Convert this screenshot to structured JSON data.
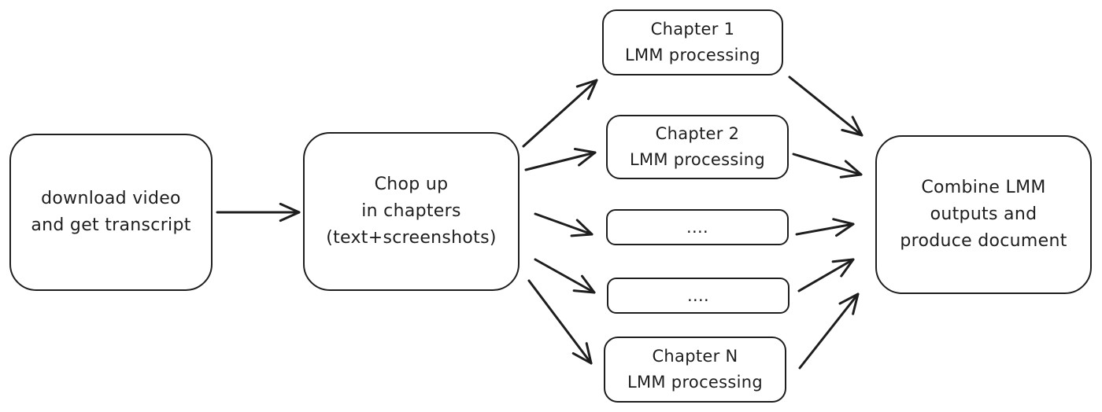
{
  "diagram": {
    "nodes": [
      {
        "id": "download",
        "label": "download video\nand get transcript"
      },
      {
        "id": "chop",
        "label": "Chop up\nin chapters\n(text+screenshots)"
      },
      {
        "id": "ch1",
        "label": "Chapter 1\nLMM processing"
      },
      {
        "id": "ch2",
        "label": "Chapter 2\nLMM processing"
      },
      {
        "id": "ch3",
        "label": "...."
      },
      {
        "id": "ch4",
        "label": "...."
      },
      {
        "id": "chN",
        "label": "Chapter N\nLMM processing"
      },
      {
        "id": "combine",
        "label": "Combine LMM\noutputs and\nproduce document"
      }
    ],
    "edges": [
      {
        "from": "download",
        "to": "chop"
      },
      {
        "from": "chop",
        "to": "ch1"
      },
      {
        "from": "chop",
        "to": "ch2"
      },
      {
        "from": "chop",
        "to": "ch3"
      },
      {
        "from": "chop",
        "to": "ch4"
      },
      {
        "from": "chop",
        "to": "chN"
      },
      {
        "from": "ch1",
        "to": "combine"
      },
      {
        "from": "ch2",
        "to": "combine"
      },
      {
        "from": "ch3",
        "to": "combine"
      },
      {
        "from": "ch4",
        "to": "combine"
      },
      {
        "from": "chN",
        "to": "combine"
      }
    ],
    "stroke_color": "#1e1e1e",
    "background_color": "#ffffff"
  }
}
